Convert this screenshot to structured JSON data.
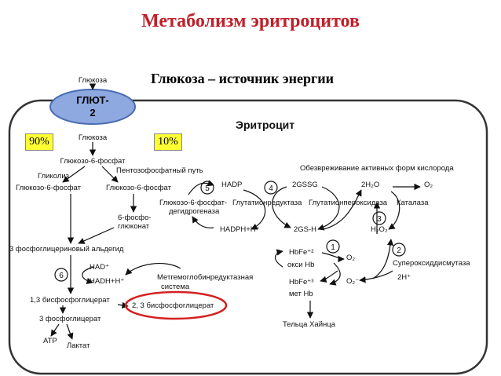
{
  "title": "Метаболизм эритроцитов",
  "subtitle": "Глюкоза – источник энергии",
  "glut_label": [
    "ГЛЮТ-",
    "2"
  ],
  "pct_left": "90%",
  "pct_right": "10%",
  "labels": {
    "glucose_top": "Глюкоза",
    "cell": "Эритроцит",
    "glucose_in": "Глюкоза",
    "g6p": "Глюкозо-6-фосфат",
    "glycolysis": "Гликолиз",
    "ppp": "Пентозофосфатный путь",
    "g6p_left": "Глюкозо-6-фосфат",
    "g6p_right": "Глюкозо-6-фосфат",
    "n5": "5",
    "hadp": "HADP",
    "n4": "4",
    "gssg": "2GSSG",
    "h2o": "2H₂O",
    "o2_top": "O₂",
    "detox": "Обезвреживание активных форм кислорода",
    "g6pdh_1": "Глюкозо-6-фосфат-",
    "g6pdh_2": "дегидрогеназа",
    "gr": "Глутатионредуктаза",
    "gpx": "Глутатионпероксидаза",
    "catalase": "Каталаза",
    "n3": "3",
    "h2o2": "H₂O₂",
    "pgluconate_1": "6-фосфо-",
    "pgluconate_2": "глюконат",
    "hadph": "HADPH+H⁺",
    "gsh": "2GS-H",
    "pga": "3 фосфоглицериновый альдегид",
    "hbfe2": "HbFe⁺²",
    "oxyhb": "окси Hb",
    "n1": "1",
    "o2_mid": "O₂",
    "n2": "2",
    "sod": "Супероксиддисмутаза",
    "n6": "6",
    "had": "HAD⁺",
    "hadh": "HADH+H⁺",
    "mhbr_1": "Метгемоглобинредуктазная",
    "mhbr_2": "система",
    "superoxide": "O₂⁻",
    "two_h": "2H⁺",
    "hbfe3": "HbFe⁺³",
    "methb": "мет Hb",
    "bpg13": "1,3 бисфосфоглицерат",
    "bpg23": "2, 3 бисфосфоглицерат",
    "pg3": "3 фосфоглицерат",
    "atp": "ATP",
    "lactate": "Лактат",
    "heinz": "Тельца Хайнца"
  },
  "colors": {
    "title": "#c0202a",
    "glut_fill": "#8ea8e0",
    "glut_border": "#4a6cb0",
    "box_fill": "#ffff33",
    "highlight": "#d42020"
  },
  "icons": [
    "arrow-icon",
    "curved-arrow-icon"
  ]
}
